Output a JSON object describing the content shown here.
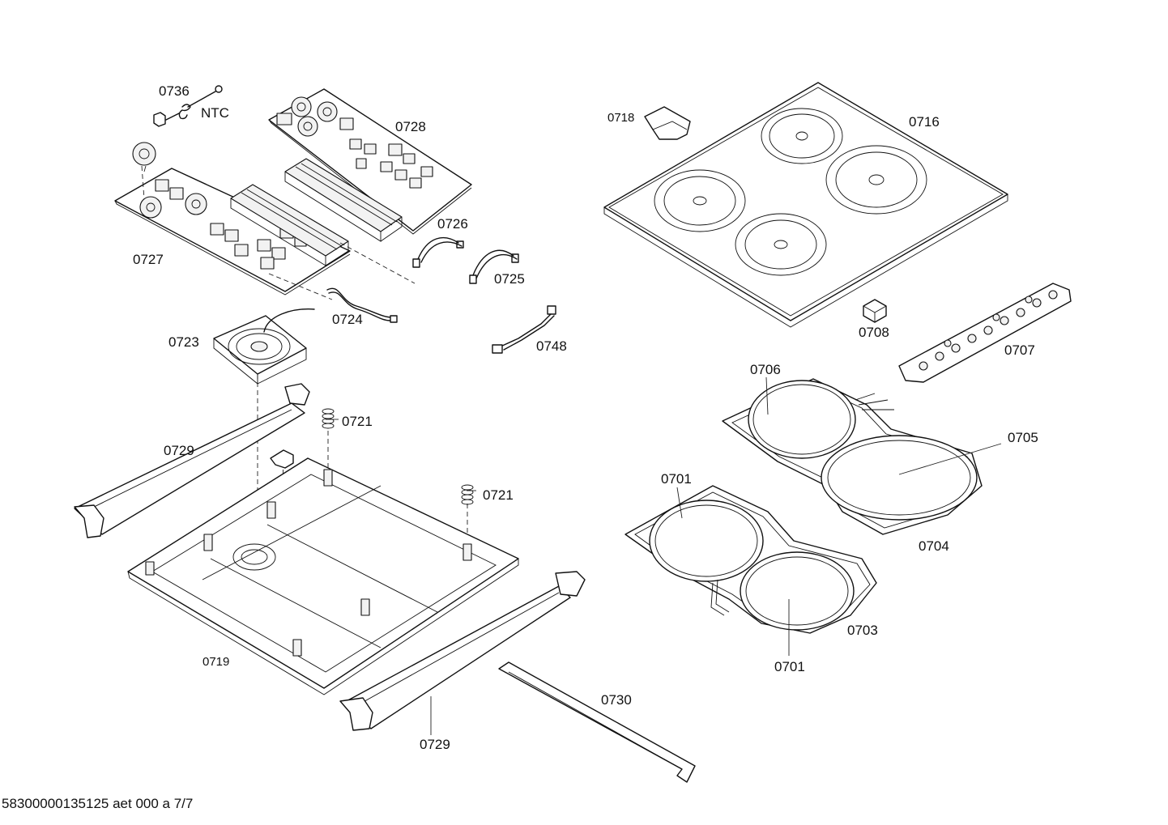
{
  "labels": {
    "l0736": "0736",
    "ntc": "NTC",
    "l0728": "0728",
    "l0727": "0727",
    "l0726": "0726",
    "l0725": "0725",
    "l0724": "0724",
    "l0723": "0723",
    "l0748": "0748",
    "l0721a": "0721",
    "l0721b": "0721",
    "l0729a": "0729",
    "l0729b": "0729",
    "l0719": "0719",
    "l0730": "0730",
    "l0718": "0718",
    "l0716": "0716",
    "l0708": "0708",
    "l0707": "0707",
    "l0706": "0706",
    "l0705": "0705",
    "l0704": "0704",
    "l0701a": "0701",
    "l0701b": "0701",
    "l0703": "0703"
  },
  "footer": "58300000135125 aet 000 a 7/7"
}
